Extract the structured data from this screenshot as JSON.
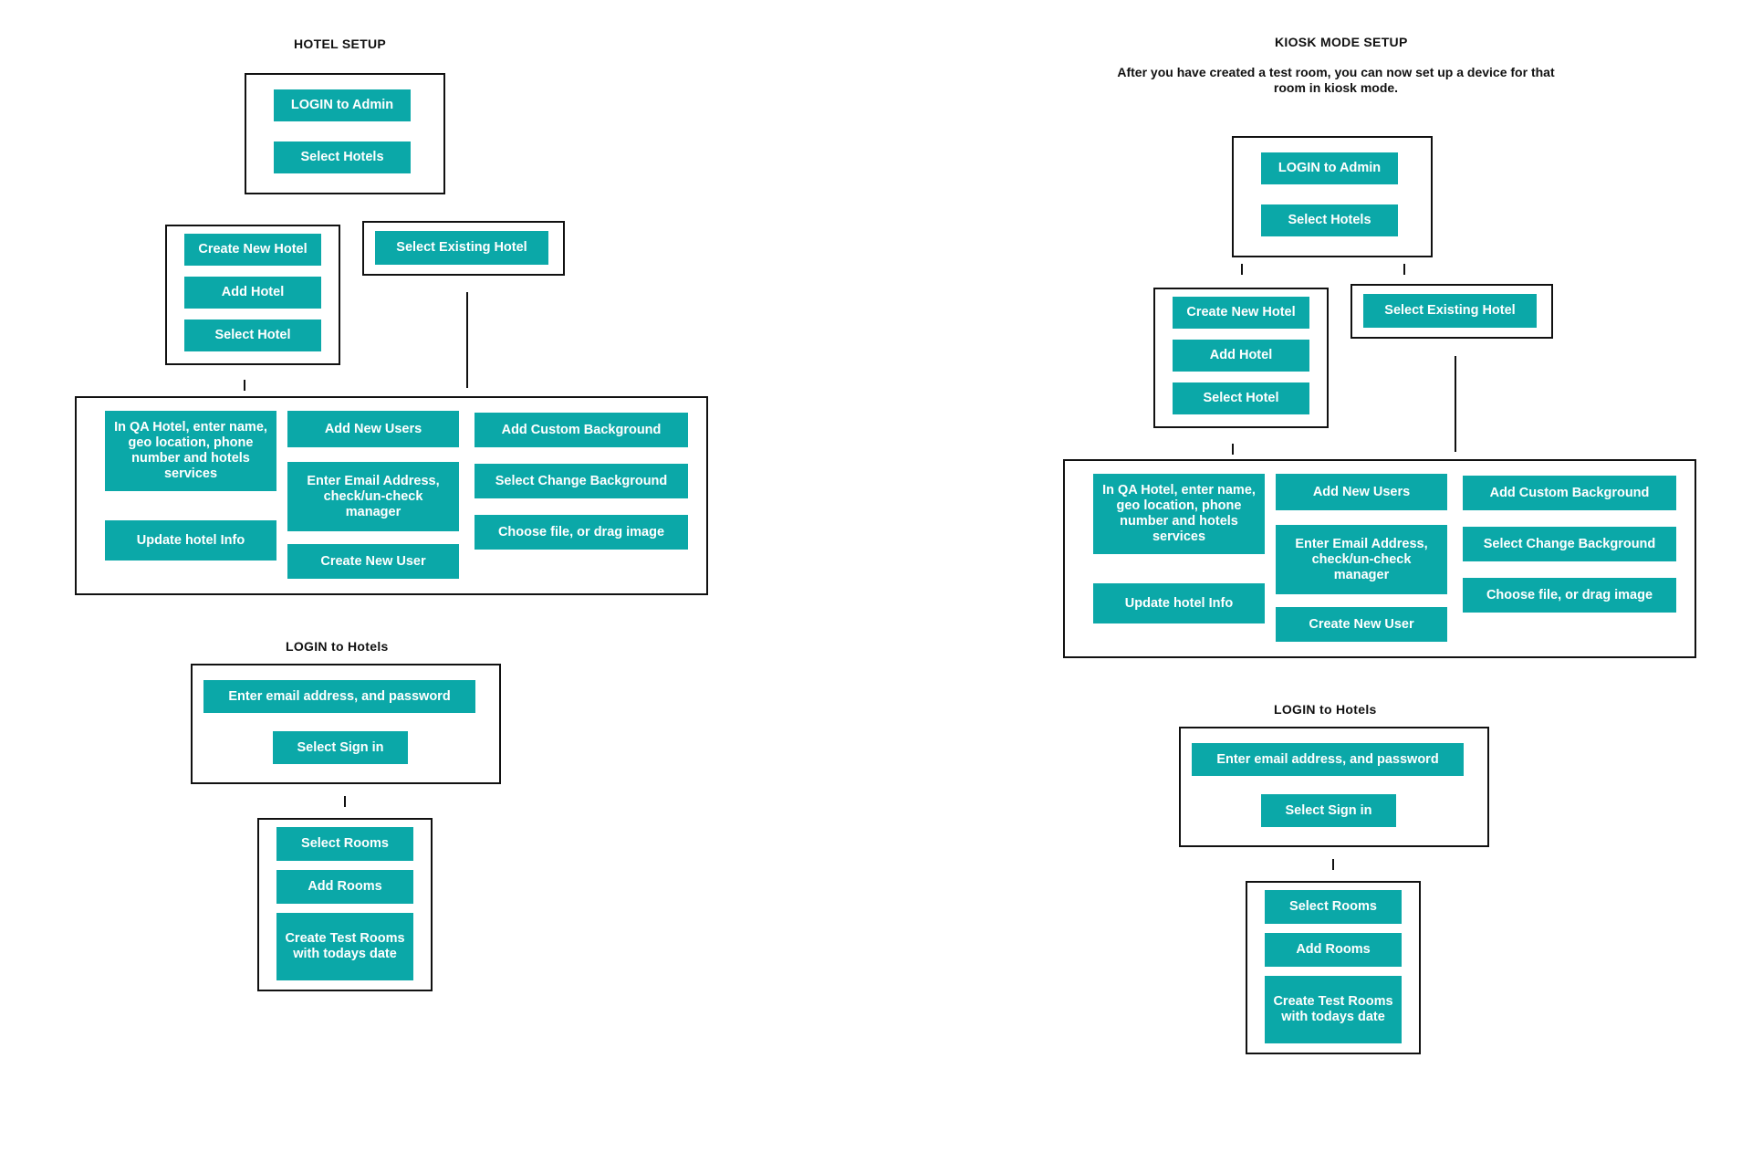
{
  "hotel_setup": {
    "heading": "HOTEL SETUP",
    "admin": {
      "login": "LOGIN to Admin",
      "select_hotels": "Select Hotels"
    },
    "new_hotel": {
      "create": "Create New Hotel",
      "add": "Add Hotel",
      "select": "Select Hotel"
    },
    "existing_hotel": {
      "select": "Select Existing Hotel"
    },
    "configure": {
      "hotel_details": "In QA Hotel, enter name, geo location, phone number and hotels services",
      "update_info": "Update hotel Info",
      "add_users": "Add New Users",
      "enter_email": "Enter Email Address, check/un-check manager",
      "create_user": "Create New User",
      "custom_background": "Add Custom Background",
      "change_background": "Select Change Background",
      "choose_file": "Choose file, or drag image"
    },
    "hotels_login": {
      "heading": "LOGIN to Hotels",
      "credentials": "Enter email address, and password",
      "sign_in": "Select Sign in"
    },
    "rooms": {
      "select": "Select Rooms",
      "add": "Add Rooms",
      "create_test": "Create Test Rooms with todays date"
    }
  },
  "kiosk_setup": {
    "heading": "KIOSK MODE SETUP",
    "intro": "After you have created a test room, you can now set up a device for that room in kiosk mode.",
    "admin": {
      "login": "LOGIN to Admin",
      "select_hotels": "Select Hotels"
    },
    "new_hotel": {
      "create": "Create New Hotel",
      "add": "Add Hotel",
      "select": "Select Hotel"
    },
    "existing_hotel": {
      "select": "Select Existing Hotel"
    },
    "configure": {
      "hotel_details": "In QA Hotel, enter name, geo location, phone number and hotels services",
      "update_info": "Update hotel Info",
      "add_users": "Add New Users",
      "enter_email": "Enter Email Address, check/un-check manager",
      "create_user": "Create New User",
      "custom_background": "Add Custom Background",
      "change_background": "Select Change Background",
      "choose_file": "Choose file, or drag image"
    },
    "hotels_login": {
      "heading": "LOGIN to Hotels",
      "credentials": "Enter email address, and password",
      "sign_in": "Select Sign in"
    },
    "rooms": {
      "select": "Select Rooms",
      "add": "Add Rooms",
      "create_test": "Create Test Rooms with todays date"
    }
  },
  "colors": {
    "step_fill": "#0ba8a8",
    "step_text": "#ffffff",
    "frame_border": "#111111"
  }
}
